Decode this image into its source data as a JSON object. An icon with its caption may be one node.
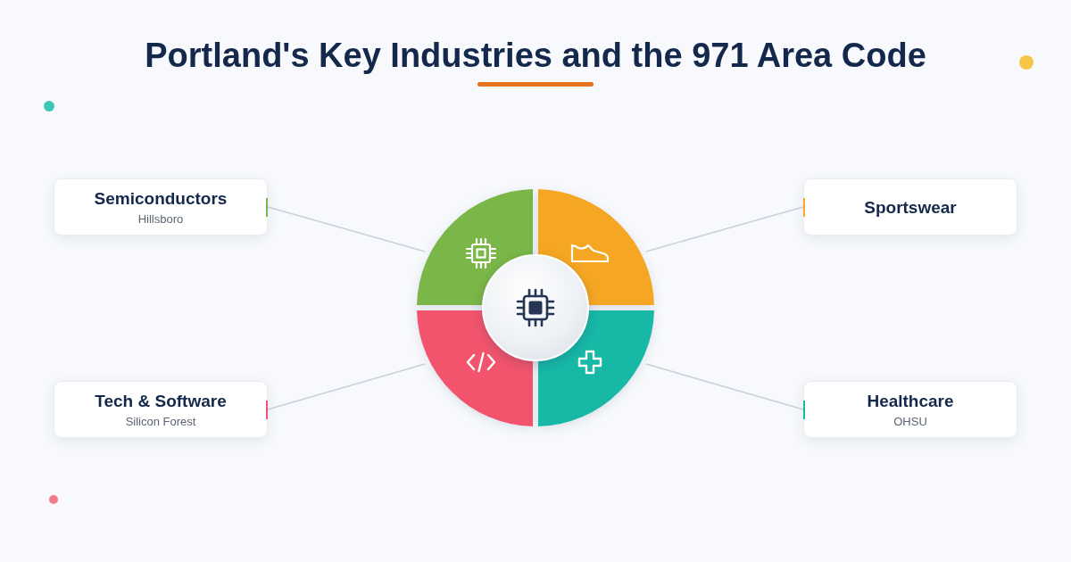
{
  "diagram": {
    "title": "Portland's Key Industries and the 971 Area Code",
    "nodes": [
      {
        "text": [
          "Semiconductors",
          "Hillsboro"
        ]
      },
      {
        "text": [
          "Sportswear"
        ]
      },
      {
        "text": [
          "Tech & Software",
          "Silicon Forest"
        ]
      },
      {
        "text": [
          "Healthcare",
          "OHSU"
        ]
      },
      {
        "text": [],
        "shape": "sector"
      },
      {
        "text": [],
        "shape": "sector"
      },
      {
        "text": [],
        "shape": "sector"
      },
      {
        "text": [],
        "shape": "sector"
      }
    ],
    "edges": [
      {
        "from": 0,
        "to": 4,
        "arrow": "none"
      },
      {
        "from": 1,
        "to": 5,
        "arrow": "none"
      },
      {
        "from": 2,
        "to": 6,
        "arrow": "none"
      },
      {
        "from": 3,
        "to": 7,
        "arrow": "none"
      }
    ]
  }
}
